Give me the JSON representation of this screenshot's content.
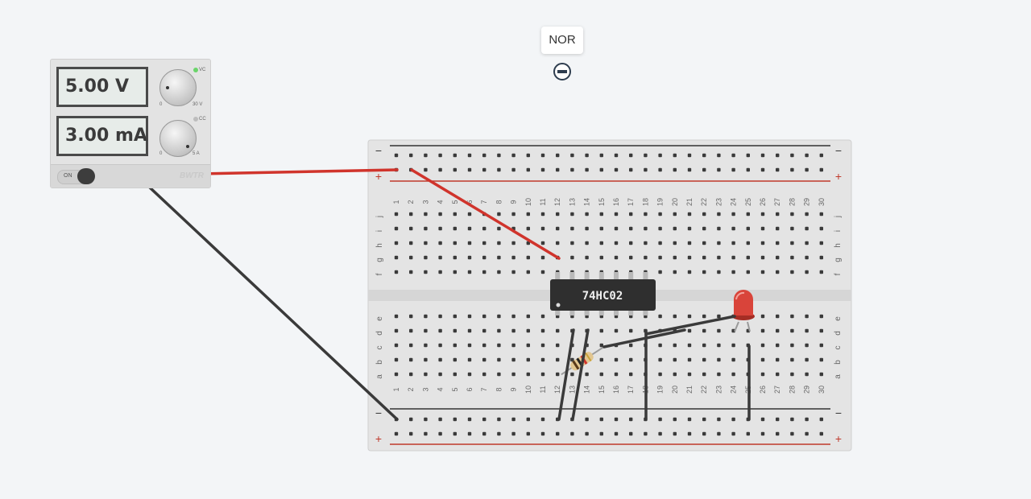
{
  "gate_label": "NOR",
  "power_supply": {
    "voltage": "5.00 V",
    "current": "3.00 mA",
    "voltage_min": "0",
    "voltage_max": "30 V",
    "current_min": "0",
    "current_max": "5 A",
    "cv_label": "VC",
    "cc_label": "CC",
    "switch_label": "ON",
    "brand": "BWTR"
  },
  "chip": {
    "label": "74HC02"
  },
  "breadboard": {
    "columns": 30,
    "rows_top": [
      "j",
      "i",
      "h",
      "g",
      "f"
    ],
    "rows_bottom": [
      "e",
      "d",
      "c",
      "b",
      "a"
    ],
    "rail_minus": "−",
    "rail_plus": "+"
  },
  "colors": {
    "red_wire": "#d0342c",
    "black_wire": "#3a3a3a",
    "board": "#e4e4e4",
    "rail_red": "#c0392b"
  }
}
